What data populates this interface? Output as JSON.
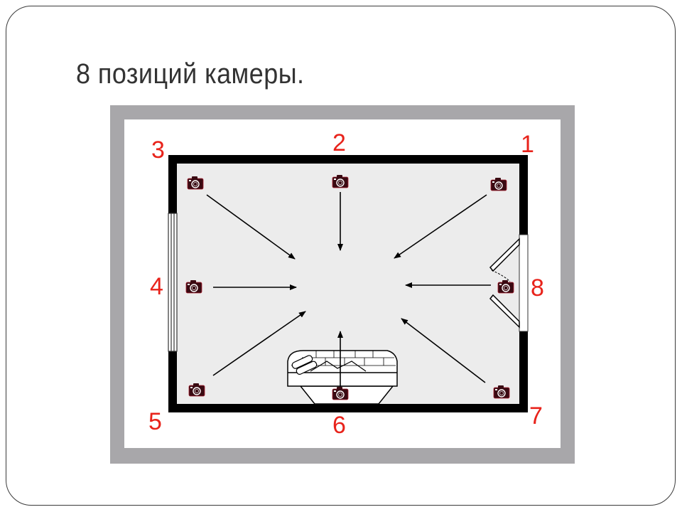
{
  "slide": {
    "title": "8 позиций камеры."
  },
  "diagram": {
    "description": "Room floor plan showing 8 camera positions pointing toward the center",
    "colors": {
      "outer_border": "#a8a7aa",
      "inner_background": "#ffffff",
      "room_floor": "#ececec",
      "walls": "#000000",
      "labels": "#e8231b",
      "camera_body": "#3a0a12"
    },
    "positions": [
      {
        "number": "1",
        "location": "top-right corner",
        "icon": "camera-icon"
      },
      {
        "number": "2",
        "location": "top center",
        "icon": "camera-icon"
      },
      {
        "number": "3",
        "location": "top-left corner",
        "icon": "camera-icon"
      },
      {
        "number": "4",
        "location": "left center (window)",
        "icon": "camera-icon"
      },
      {
        "number": "5",
        "location": "bottom-left corner",
        "icon": "camera-icon"
      },
      {
        "number": "6",
        "location": "bottom center (fireplace)",
        "icon": "camera-icon"
      },
      {
        "number": "7",
        "location": "bottom-right corner",
        "icon": "camera-icon"
      },
      {
        "number": "8",
        "location": "right center (door)",
        "icon": "camera-icon"
      }
    ],
    "features": {
      "window": "left wall",
      "door": "right wall",
      "fireplace": "bottom wall"
    }
  }
}
